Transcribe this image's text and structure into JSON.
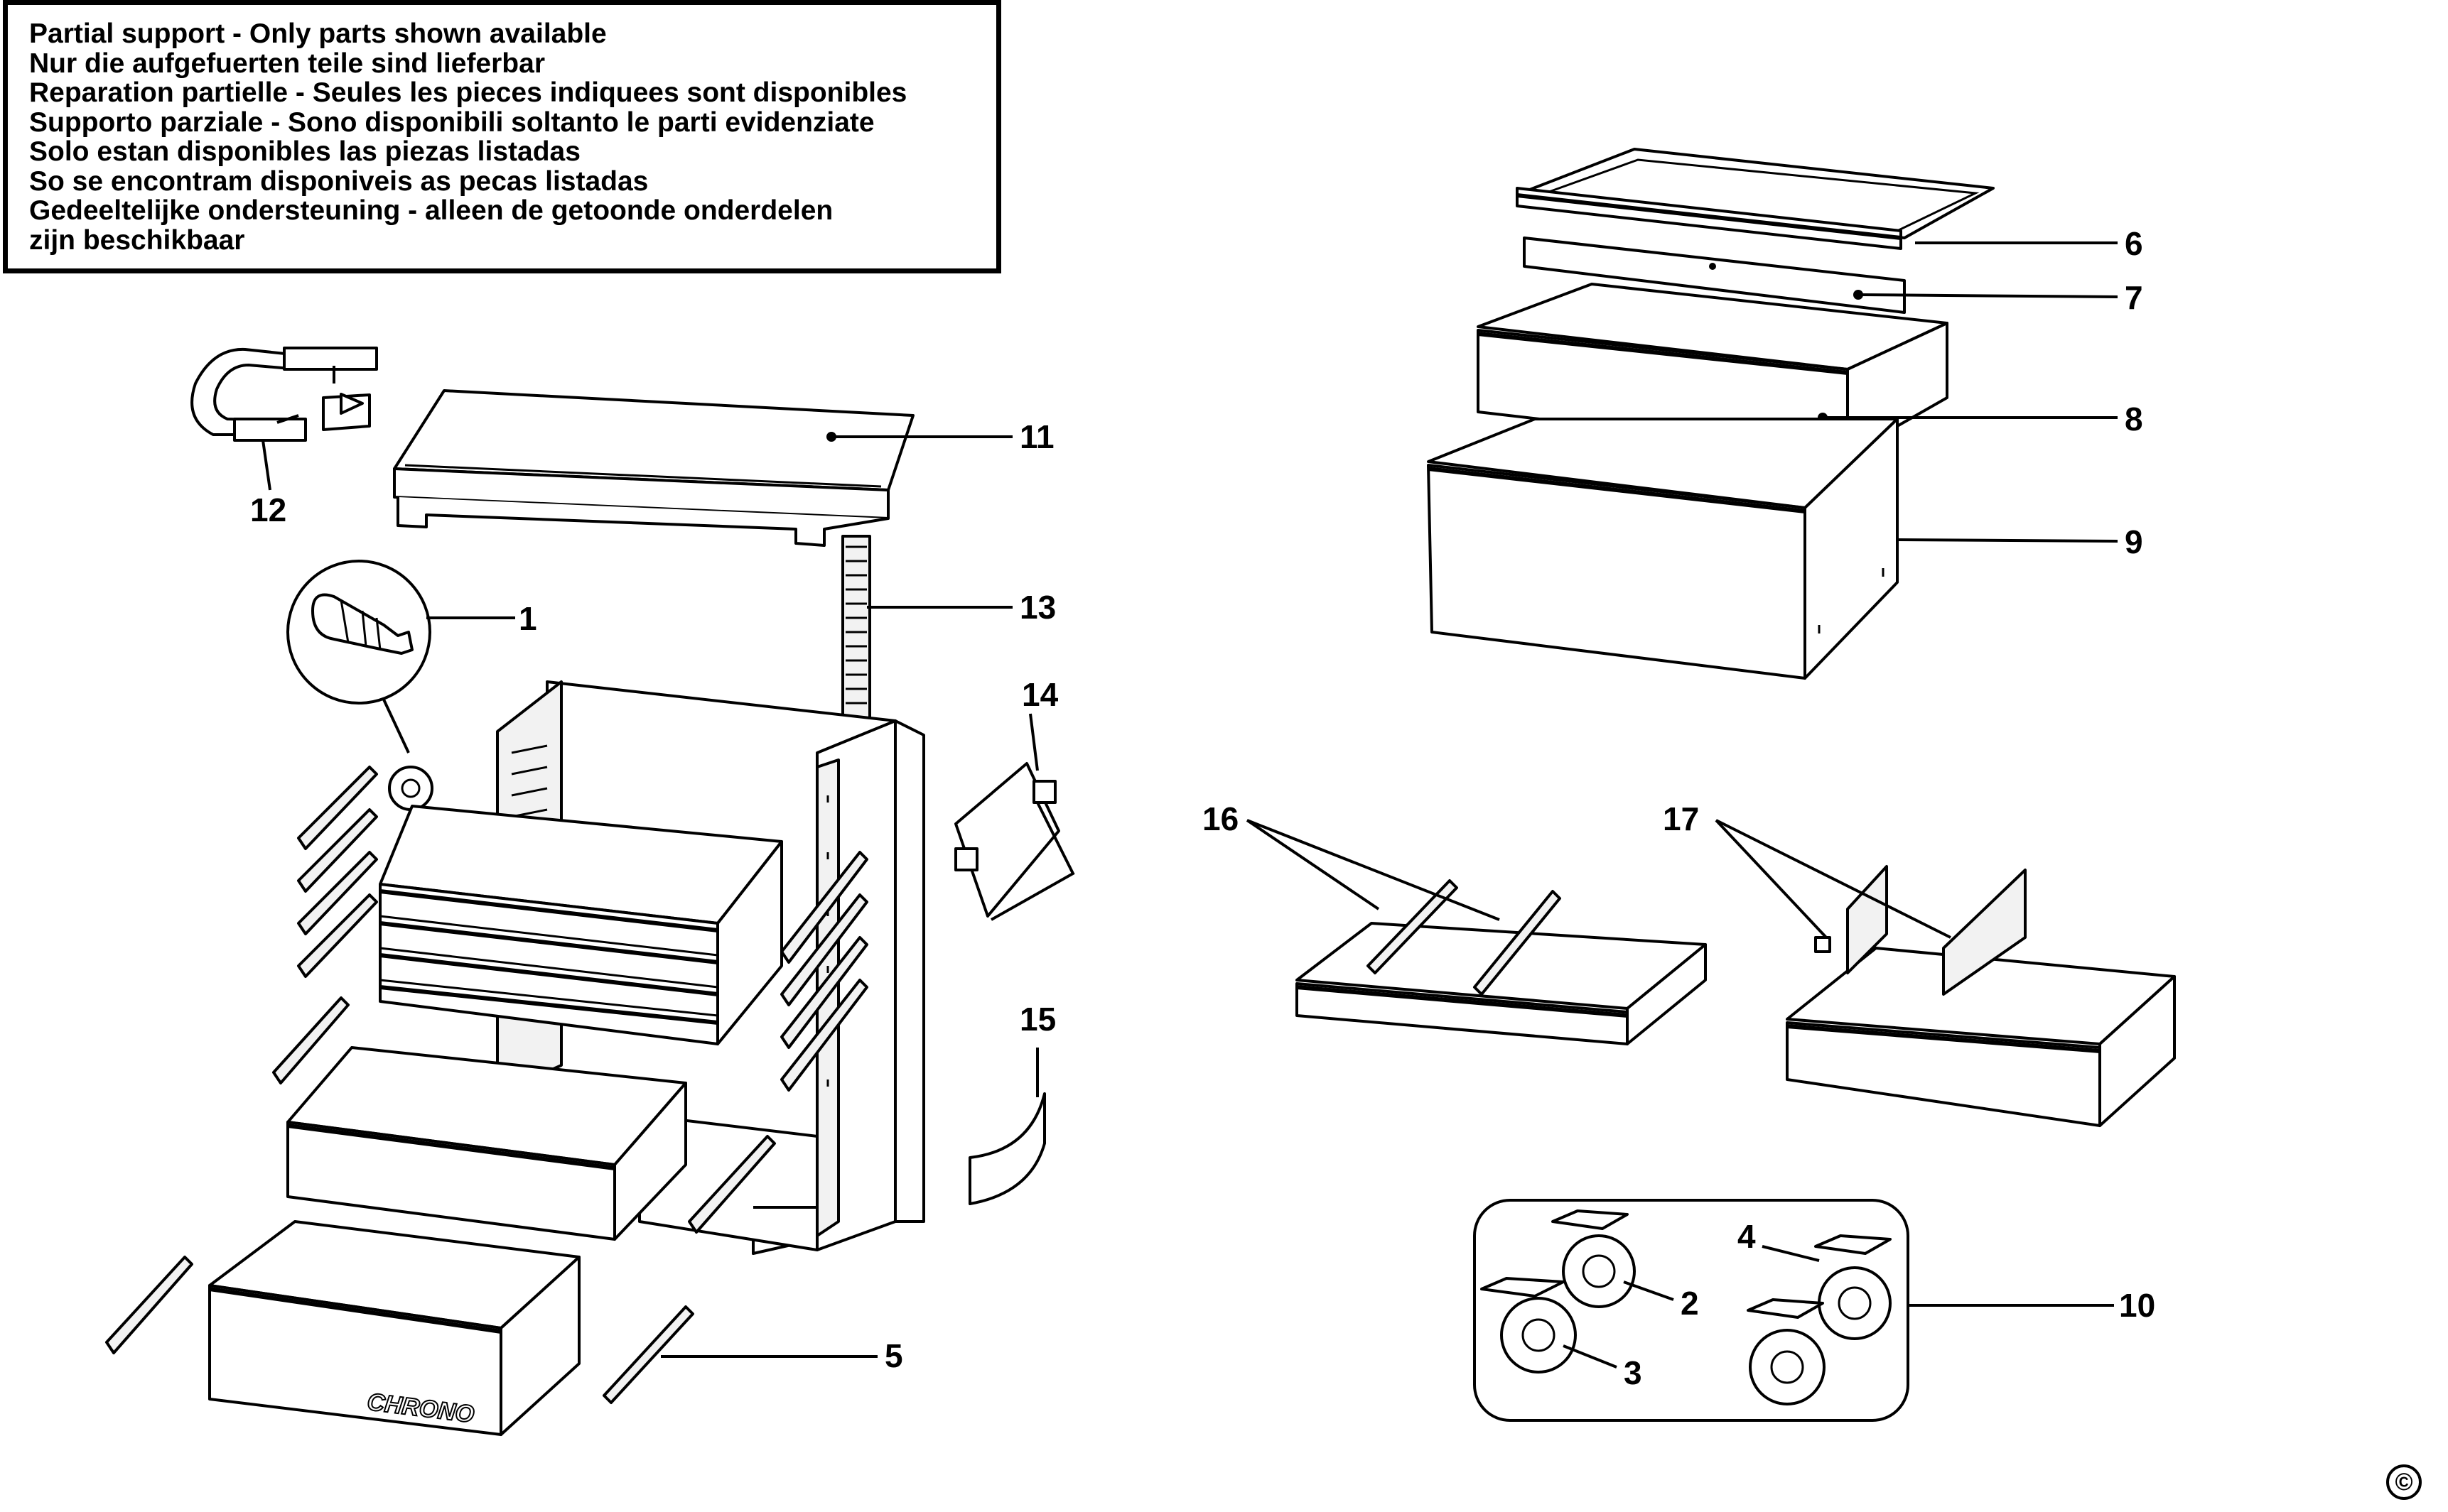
{
  "notice": {
    "lines": [
      "Partial support - Only parts shown available",
      "Nur die aufgefuerten teile sind lieferbar",
      "Reparation partielle - Seules les pieces indiquees sont disponibles",
      "Supporto parziale - Sono disponibili soltanto le parti evidenziate",
      "Solo estan disponibles las piezas listadas",
      "So se encontram disponiveis as pecas listadas",
      "Gedeeltelijke ondersteuning - alleen de getoonde onderdelen",
      "zijn beschikbaar"
    ]
  },
  "callouts": {
    "c1": "1",
    "c2": "2",
    "c3": "3",
    "c4": "4",
    "c5": "5",
    "c6": "6",
    "c7": "7",
    "c8": "8",
    "c9": "9",
    "c10": "10",
    "c11": "11",
    "c12": "12",
    "c13": "13",
    "c14": "14",
    "c15": "15",
    "c16": "16",
    "c17": "17"
  },
  "brand_mark": "CHRONO",
  "copyright_symbol": "©"
}
